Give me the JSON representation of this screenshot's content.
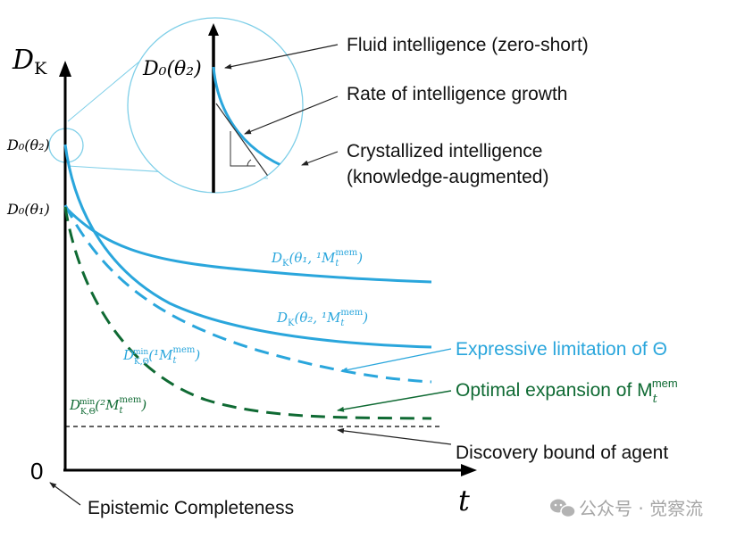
{
  "axes": {
    "y_label": "D",
    "y_label_sub": "K",
    "x_label": "t",
    "origin_label": "0"
  },
  "ticks": {
    "d0_theta2": "D₀(θ₂)",
    "d0_theta1": "D₀(θ₁)"
  },
  "zoom": {
    "label": "D₀(θ₂)"
  },
  "annotations": {
    "fluid": "Fluid intelligence (zero-short)",
    "rate": "Rate of intelligence growth",
    "crystallized_1": "Crystallized intelligence",
    "crystallized_2": "(knowledge-augmented)",
    "expressive": "Expressive limitation of Θ",
    "optimal": "Optimal expansion of M",
    "optimal_sub": "t",
    "optimal_sup": "mem",
    "discovery": "Discovery bound of agent",
    "epistemic": "Epistemic Completeness"
  },
  "curve_labels": {
    "dk1": "D",
    "dk1_args": "(θ₁, ¹M",
    "dk2": "D",
    "dk2_args": "(θ₂, ¹M",
    "min1": "D",
    "min1_args": "(¹M",
    "min2": "D",
    "min2_args": "(²M",
    "sub_K": "K",
    "sub_KTheta": "K,Θ",
    "sup_min": "min",
    "sup_mem": "mem",
    "sub_t": "t",
    "close": ")"
  },
  "watermark": "公众号 · 觉察流",
  "colors": {
    "blue": "#2aa6dc",
    "green": "#0f6a33",
    "light_blue": "#7fcfe8",
    "axis": "#000000",
    "gray": "#555555"
  }
}
